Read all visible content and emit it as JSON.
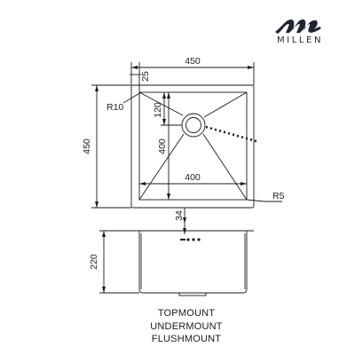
{
  "brand": {
    "name": "MILLEN"
  },
  "dimensions": {
    "overall_width": "450",
    "flange": "25",
    "corner_radius_outer": "R10",
    "drain_offset": "120",
    "overall_depth": "450",
    "inner_depth": "400",
    "inner_width": "400",
    "corner_radius_bowl": "R5",
    "drain_gap": "34",
    "bowl_height": "220"
  },
  "mount_types": [
    "TOPMOUNT",
    "UNDERMOUNT",
    "FLUSHMOUNT"
  ],
  "colors": {
    "line": "#1a1a1a",
    "brand": "#1e2530"
  }
}
